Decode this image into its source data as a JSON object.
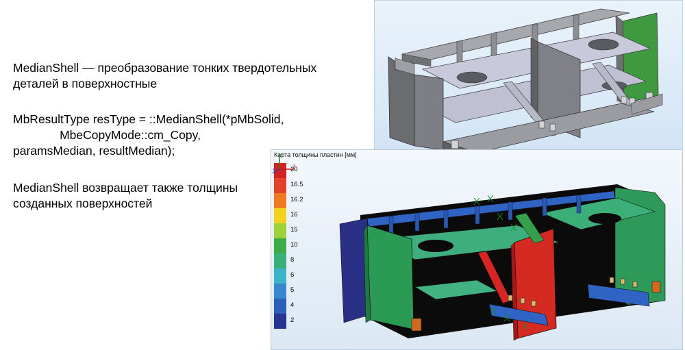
{
  "text": {
    "para1_line1": "MedianShell — преобразование тонких твердотельных",
    "para1_line2": "деталей в поверхностные",
    "para2_line1": "MbResultType resType = ::MedianShell(*pMbSolid,",
    "para2_line2": "              MbeCopyMode::cm_Copy,",
    "para2_line3": "paramsMedian, resultMedian);",
    "para3_line1": "MedianShell возвращает также толщины",
    "para3_line2": "созданных поверхностей"
  },
  "thickness_view": {
    "legend_title": "Карта толщины пластин [мм]",
    "legend": [
      {
        "label": "20",
        "color": "#d42222"
      },
      {
        "label": "16.5",
        "color": "#e2432a"
      },
      {
        "label": "16.2",
        "color": "#ee7a22"
      },
      {
        "label": "16",
        "color": "#f2d21c"
      },
      {
        "label": "15",
        "color": "#9fd23a"
      },
      {
        "label": "10",
        "color": "#3dab4a"
      },
      {
        "label": "8",
        "color": "#38b07a"
      },
      {
        "label": "6",
        "color": "#3ab4c6"
      },
      {
        "label": "5",
        "color": "#3a86cf"
      },
      {
        "label": "4",
        "color": "#2b5fb8"
      },
      {
        "label": "2",
        "color": "#26358f"
      }
    ],
    "axis_labels": [
      "x",
      "y",
      "z"
    ]
  },
  "colors": {
    "solid_gray": "#8a8c90",
    "solid_dark": "#5e6064",
    "solid_light": "#c9cbd8",
    "solid_green": "#3a9b3f",
    "background_blue": "#d6e6f5"
  }
}
